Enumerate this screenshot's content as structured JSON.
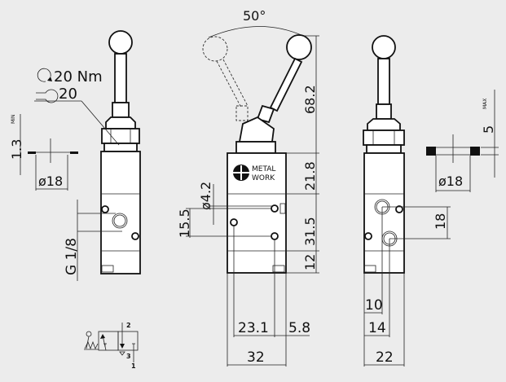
{
  "drawing": {
    "title": "3/2 lever valve technical drawing",
    "brand_logo": {
      "line1": "METAL",
      "line2": "WORK"
    },
    "colors": {
      "background": "#ececec",
      "line": "#111111",
      "body_fill": "#ffffff"
    }
  },
  "left_view": {
    "torque_label": "20 Nm",
    "wrench_label": "20",
    "panel_thickness": "1.3",
    "panel_thickness_note": "MIN",
    "panel_hole_diameter": "ø18",
    "port_thread": "G 1/8"
  },
  "center_view": {
    "lever_angle": "50°",
    "lever_height": "68.2",
    "head_height": "21.8",
    "mounting_hole_diameter": "ø4.2",
    "hole_offset": "15.5",
    "body_middle_height": "31.5",
    "base_height": "12",
    "hole_spacing_width": "23.1",
    "edge_offset": "5.8",
    "body_width": "32"
  },
  "right_view": {
    "panel_thickness": "5",
    "panel_thickness_note": "MAX",
    "panel_hole_diameter": "ø18",
    "port_spacing": "18",
    "port_offset_1": "10",
    "port_offset_2": "14",
    "body_depth": "22"
  },
  "symbol": {
    "port_2": "2",
    "port_3": "3",
    "port_1": "1"
  }
}
